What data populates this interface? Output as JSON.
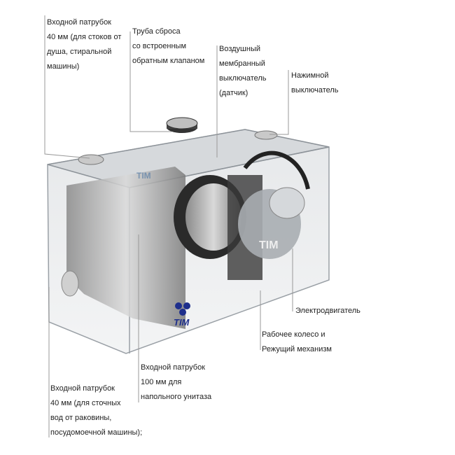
{
  "labels": {
    "inlet_40_shower": [
      "Входной патрубок",
      "40 мм (для стоков от",
      "душа, стиральной",
      "машины)"
    ],
    "discharge_pipe": [
      "Труба сброса",
      "со встроенным",
      "обратным клапаном"
    ],
    "air_switch": [
      "Воздушный",
      "мембранный",
      "выключатель",
      "(датчик)"
    ],
    "push_switch": [
      "Нажимной",
      "выключатель"
    ],
    "motor": [
      "Электродвигатель"
    ],
    "impeller": [
      "Рабочее колесо и",
      "Режущий механизм"
    ],
    "inlet_100": [
      "Входной патрубок",
      "100 мм для",
      "напольного унитаза"
    ],
    "inlet_40_sink": [
      "Входной патрубок",
      "40 мм (для сточных",
      "вод от раковины,",
      "посудомоечной машины);"
    ]
  },
  "brand": "TIM",
  "colors": {
    "brand": "#1e2f8c",
    "leader": "#999999",
    "text": "#222222"
  }
}
